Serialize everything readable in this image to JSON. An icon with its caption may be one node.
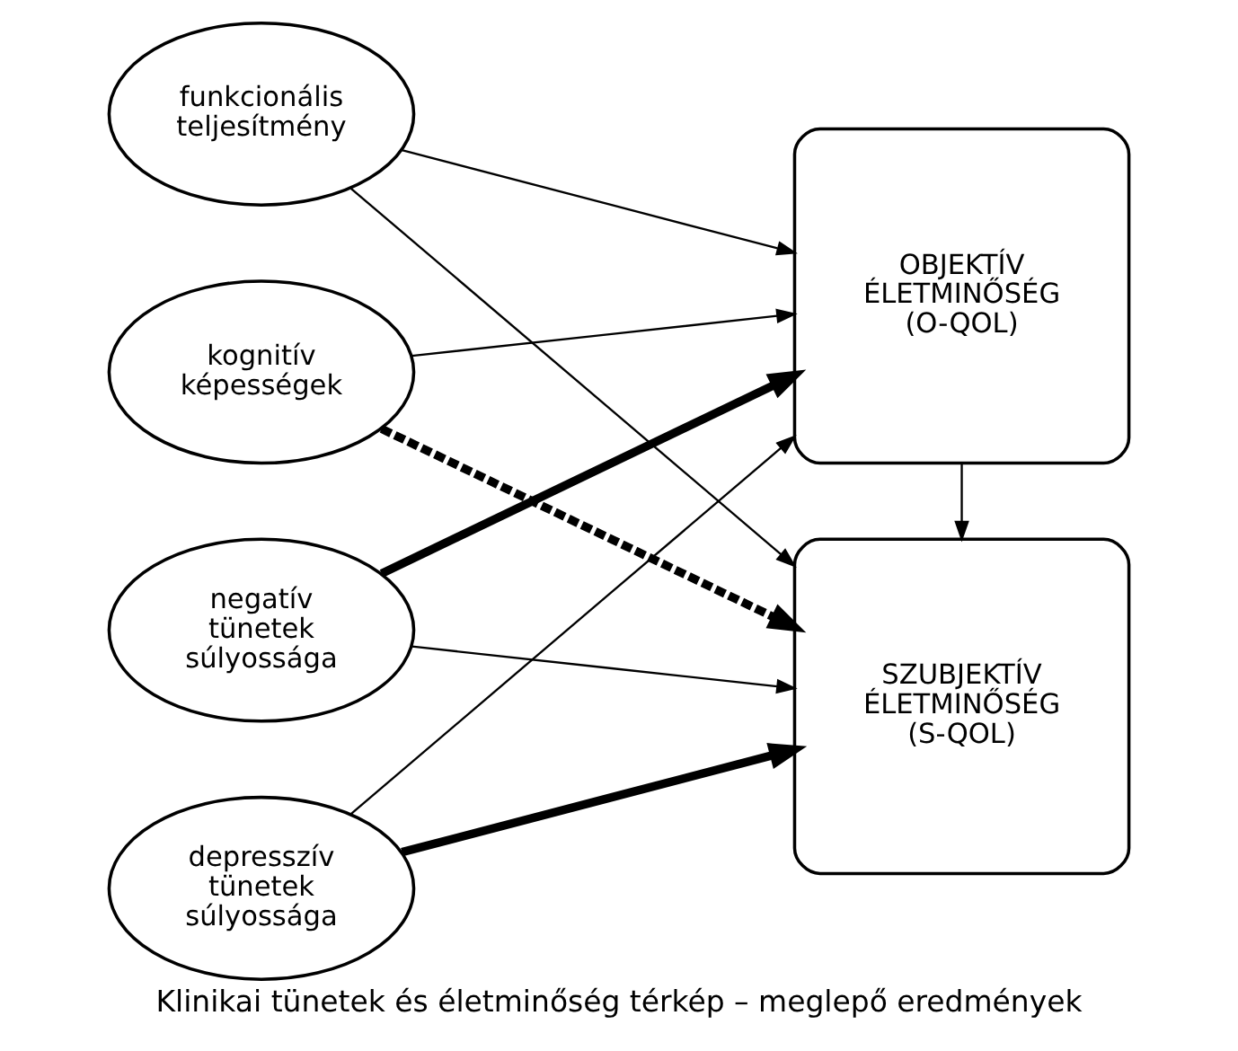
{
  "diagram": {
    "caption": "Klinikai tünetek és életminőség térkép – meglepő eredmények",
    "nodes": [
      {
        "text": [
          "negatív tünetek súlyossága"
        ]
      },
      {
        "text": [
          "depresszív tünetek súlyossága"
        ]
      },
      {
        "text": [
          "funkcionális teljesítmény"
        ]
      },
      {
        "text": [
          "kognitív képességek"
        ]
      },
      {
        "text": [
          "OBJEKTÍV ÉLETMINŐSÉG (O-QOL)"
        ]
      },
      {
        "text": [
          "SZUBJEKTÍV ÉLETMINŐSÉG (S-QOL)"
        ]
      }
    ],
    "edges": [
      {
        "from": 0,
        "to": 4,
        "arrow": "to",
        "style": "thick"
      },
      {
        "from": 0,
        "to": 5,
        "arrow": "to"
      },
      {
        "from": 1,
        "to": 4,
        "arrow": "to"
      },
      {
        "from": 1,
        "to": 5,
        "arrow": "to",
        "style": "thick"
      },
      {
        "from": 2,
        "to": 4,
        "arrow": "to"
      },
      {
        "from": 2,
        "to": 5,
        "arrow": "to"
      },
      {
        "from": 3,
        "to": 4,
        "arrow": "to"
      },
      {
        "from": 3,
        "to": 5,
        "arrow": "to",
        "style": "dashed"
      },
      {
        "from": 4,
        "to": 5,
        "arrow": "to"
      }
    ]
  }
}
